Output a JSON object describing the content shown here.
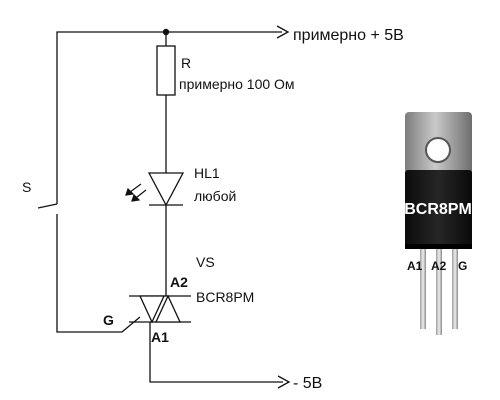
{
  "circuit": {
    "top_rail_label": "примерно + 5В",
    "bottom_rail_label": "- 5В",
    "switch_label": "S",
    "resistor": {
      "name": "R",
      "value": "примерно 100 Ом"
    },
    "led": {
      "name": "HL1",
      "type": "любой"
    },
    "triac": {
      "name": "VS",
      "model": "BCR8PM",
      "pin_a2": "A2",
      "pin_a1": "A1",
      "pin_g": "G"
    }
  },
  "component_photo": {
    "marking": "BCR8PM",
    "pin_labels": [
      "A1",
      "A2",
      "G"
    ],
    "colors": {
      "body": "#151515",
      "tab": "#9a9a9a",
      "leads": "#c8c8c8"
    }
  }
}
